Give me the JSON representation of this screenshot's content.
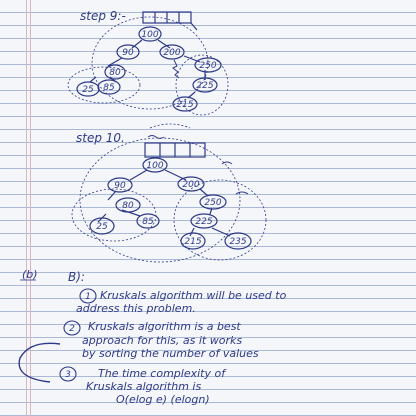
{
  "step9": {
    "label": "step 9:-",
    "nodes": [
      "100",
      "90",
      "200",
      "80",
      "250",
      "25",
      "85",
      "225",
      "215"
    ]
  },
  "step10": {
    "label": "step 10.",
    "nodes": [
      "100",
      "90",
      "200",
      "80",
      "250",
      "25",
      "85",
      "225",
      "215",
      "235"
    ]
  },
  "answer": {
    "question_number": "(b)",
    "sub_label": "B):",
    "points": [
      {
        "number": "1",
        "line1": "Kruskals algorithm will be used to",
        "line2": "address this problem."
      },
      {
        "number": "2",
        "line1": "Kruskals algorithm is a best",
        "line2": "approach for this, as it works",
        "line3": "by sorting the number of values"
      },
      {
        "number": "3",
        "line1": "The time complexity of",
        "line2": "Kruskals algorithm is",
        "line3": "O(elog e) (elogn)"
      }
    ]
  },
  "colors": {
    "ink": "#2f3a86",
    "paper": "#f4f6fa",
    "rule": "#a9b9d6"
  }
}
